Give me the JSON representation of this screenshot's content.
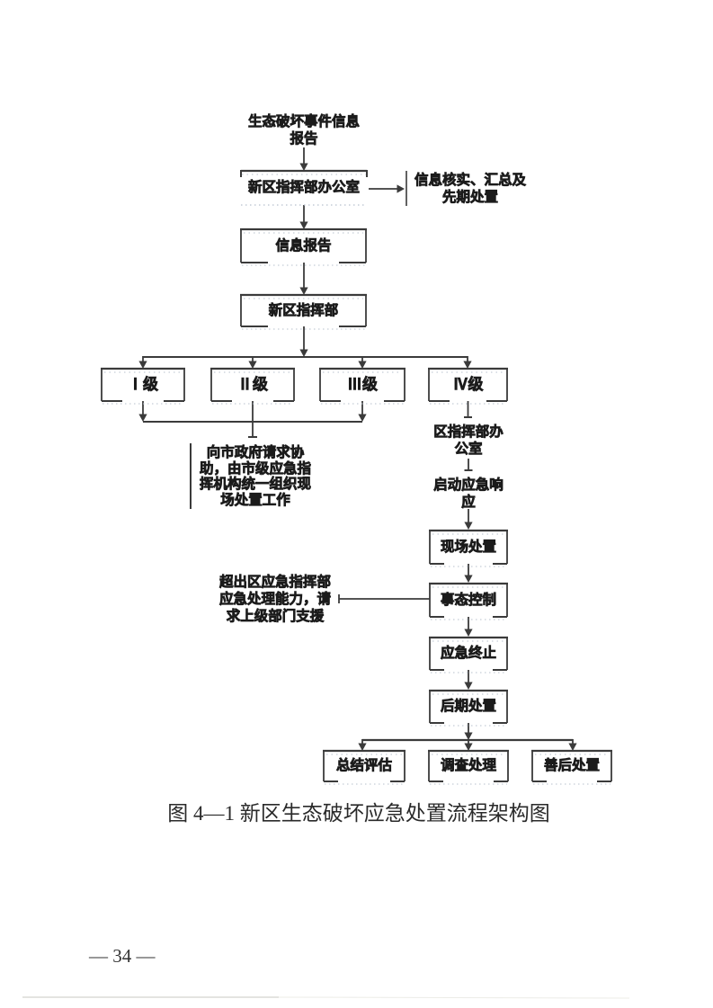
{
  "document": {
    "caption": "图 4—1 新区生态破坏应急处置流程架构图",
    "page_number": "— 34 —"
  },
  "flowchart": {
    "nodes": {
      "start": "生态破坏事件信息\n报告",
      "hq_office": "新区指挥部办公室",
      "verify_note": "信息核实、汇总及\n先期处置",
      "info_report": "信息报告",
      "hq": "新区指挥部",
      "level_1": "Ⅰ级",
      "level_2": "Ⅱ级",
      "level_3": "Ⅲ级",
      "level_4": "Ⅳ级",
      "city_request_note": "向市政府请求协\n助，由市级应急指\n挥机构统一组织现\n场处置工作",
      "district_office": "区指挥部办\n公室",
      "start_response": "启动应急响\n应",
      "onsite": "现场处置",
      "control": "事态控制",
      "exceed_note": "超出区应急指挥部\n应急处理能力，请\n求上级部门支援",
      "terminate": "应急终止",
      "post": "后期处置",
      "summary": "总结评估",
      "investigation": "调查处理",
      "aftermath": "善后处置"
    },
    "colors": {
      "ink": "#1b1b1b",
      "line": "#3b3b3b",
      "dotted_artifact": "#b7c0cd",
      "background": "#ffffff"
    }
  }
}
